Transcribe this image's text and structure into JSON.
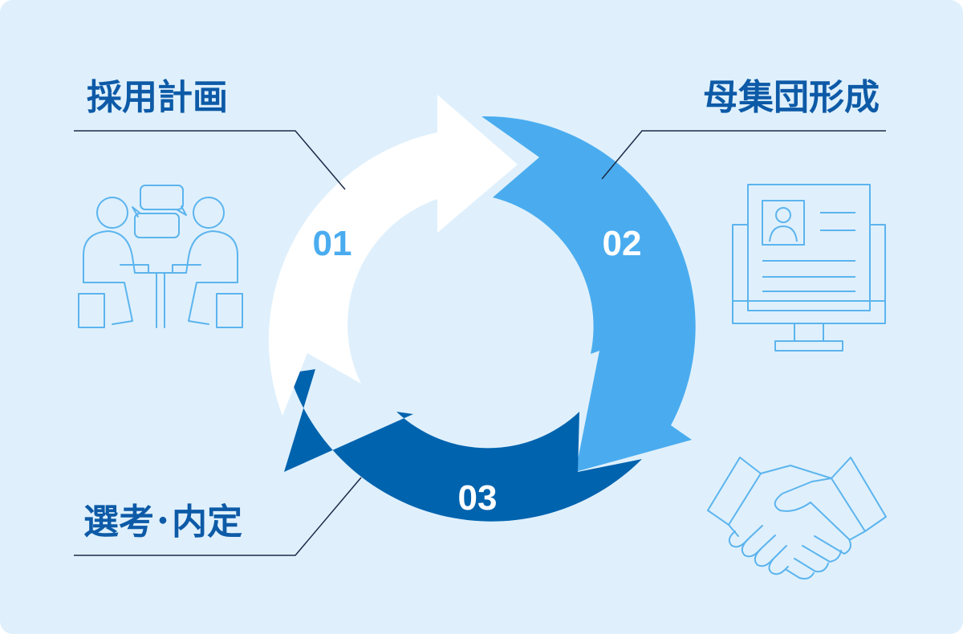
{
  "colors": {
    "background": "#dff0fc",
    "step1_arrow": "#ffffff",
    "step2_arrow": "#4aacef",
    "step3_arrow": "#0063ae",
    "title_text": "#0d5aa7",
    "number_light": "#4aacef",
    "number_dark": "#ffffff",
    "icon_stroke": "#5cb4ee",
    "leader_line": "#1b2a48"
  },
  "steps": [
    {
      "number": "01",
      "title": "採用計画",
      "icon": "meeting-icon"
    },
    {
      "number": "02",
      "title": "母集団形成",
      "icon": "profile-monitor-icon"
    },
    {
      "number": "03",
      "title": "選考･内定",
      "icon": "handshake-icon"
    }
  ]
}
